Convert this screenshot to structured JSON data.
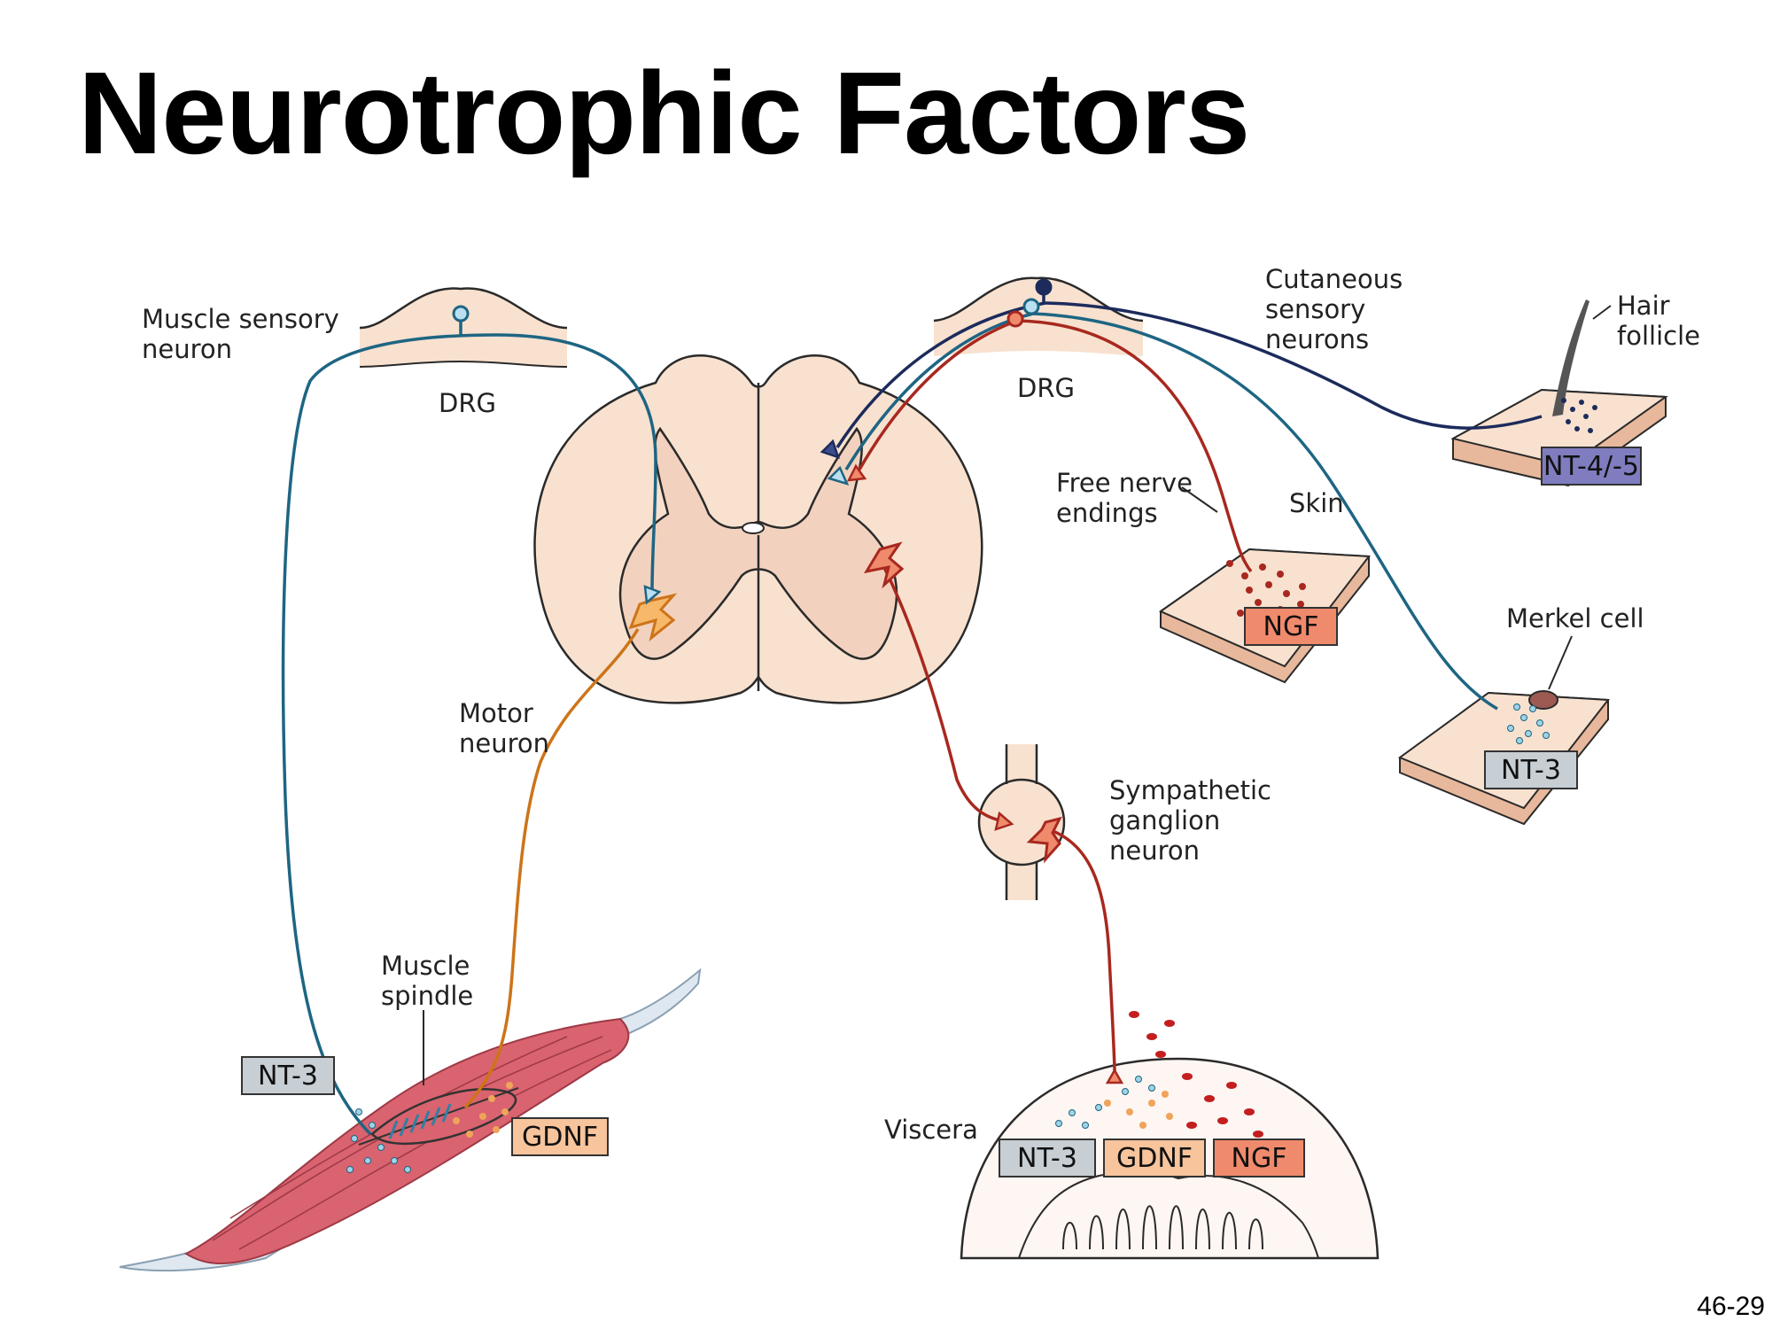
{
  "slide": {
    "title": "Neurotrophic Factors",
    "page_number": "46-29"
  },
  "colors": {
    "sensory_blue": "#1e6583",
    "cutaneous_navy": "#1c2b5c",
    "pain_red": "#a8281f",
    "motor_orange": "#cd7419",
    "tissue": "#f7ddcb",
    "muscle": "#d9636f",
    "nt3_box": "#c7ced4",
    "gdnf_box": "#f7c49c",
    "ngf_box": "#f08a6c",
    "nt45_box": "#7f7dbf"
  },
  "labels": {
    "muscle_sensory_neuron": [
      "Muscle sensory",
      "neuron"
    ],
    "drg_left": "DRG",
    "drg_right": "DRG",
    "cutaneous_sensory_neurons": [
      "Cutaneous",
      "sensory",
      "neurons"
    ],
    "hair_follicle": [
      "Hair",
      "follicle"
    ],
    "free_nerve_endings": [
      "Free nerve",
      "endings"
    ],
    "skin": "Skin",
    "merkel_cell": "Merkel cell",
    "motor_neuron": [
      "Motor",
      "neuron"
    ],
    "sympathetic_ganglion_neuron": [
      "Sympathetic",
      "ganglion",
      "neuron"
    ],
    "muscle_spindle": [
      "Muscle",
      "spindle"
    ],
    "viscera": "Viscera"
  },
  "factors": {
    "hair_follicle": "NT-4/-5",
    "skin": "NGF",
    "merkel": "NT-3",
    "muscle_nt3": "NT-3",
    "muscle_gdnf": "GDNF",
    "viscera_nt3": "NT-3",
    "viscera_gdnf": "GDNF",
    "viscera_ngf": "NGF"
  }
}
